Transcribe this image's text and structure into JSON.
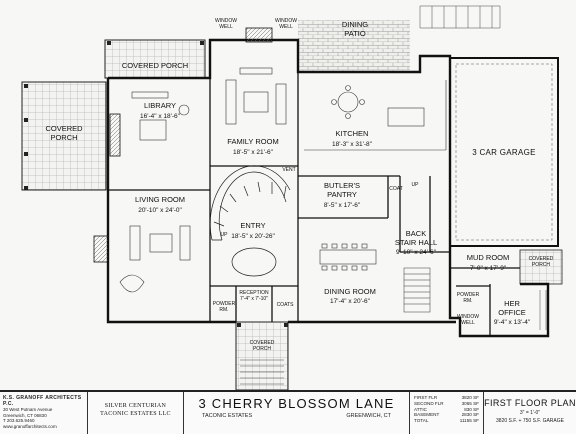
{
  "plan": {
    "rooms": {
      "covered_porch_top": "COVERED PORCH",
      "covered_porch_left": [
        "COVERED",
        "PORCH"
      ],
      "library": "LIBRARY",
      "library_dim": "16'-4\" x 18'-6\"",
      "family_room": "FAMILY ROOM",
      "family_room_dim": "18'-5\" x 21'-6\"",
      "kitchen": "KITCHEN",
      "kitchen_dim": "18'-3\" x 31'-8\"",
      "dining_patio": [
        "DINING",
        "PATIO"
      ],
      "window_well_1": [
        "WINDOW",
        "WELL"
      ],
      "window_well_2": [
        "WINDOW",
        "WELL"
      ],
      "garage": "3 CAR GARAGE",
      "living_room": "LIVING ROOM",
      "living_room_dim": "20'-10\" x 24'-0\"",
      "entry": "ENTRY",
      "entry_dim": "18'-5\" x 20'-26\"",
      "butlers_pantry": [
        "BUTLER'S",
        "PANTRY"
      ],
      "butlers_pantry_dim": "8'-5\" x 17'-6\"",
      "coat": "COAT",
      "back_stair_hall": [
        "BACK",
        "STAIR HALL"
      ],
      "back_stair_hall_dim": "9'-10\" x 24'-6\"",
      "mud_room": "MUD ROOM",
      "mud_room_dim": "7'-0\" x 17'-9\"",
      "covered_porch_right": [
        "COVERED",
        "PORCH"
      ],
      "dining_room": "DINING ROOM",
      "dining_room_dim": "17'-4\" x 20'-6\"",
      "powder_rm_1": [
        "POWDER",
        "RM."
      ],
      "powder_rm_2": [
        "POWDER",
        "RM."
      ],
      "reception": "RECEPTION",
      "reception_dim": "7'-4\" x 7'-10\"",
      "coats": "COATS",
      "window_well_3": [
        "WINDOW",
        "WELL"
      ],
      "her_office": [
        "HER",
        "OFFICE"
      ],
      "her_office_dim": "9'-4\" x 13'-4\"",
      "covered_porch_bottom": [
        "COVERED",
        "PORCH"
      ],
      "up_1": "UP",
      "up_2": "UP",
      "vent": "VENT"
    }
  },
  "title_block": {
    "firm": {
      "name": "K.S. GRANOFF ARCHITECTS P.C.",
      "lines": [
        "30 West Putnam Avenue",
        "Greenwich, CT 06830",
        "T 203.625.9460",
        "www.granoffarchitects.com"
      ]
    },
    "client": [
      "SILVER CENTURIAN",
      "TACONIC ESTATES LLC"
    ],
    "project": {
      "title": "3 CHERRY BLOSSOM LANE",
      "subtitle_left": "TACONIC ESTATES",
      "subtitle_right": "GREENWICH, CT"
    },
    "areas": [
      {
        "label": "FIRST FLR",
        "value": "3820 SF"
      },
      {
        "label": "SECOND FLR",
        "value": "3065 SF"
      },
      {
        "label": "ATTIC",
        "value": "830 SF"
      },
      {
        "label": "BASEMENT",
        "value": "2830 SF"
      },
      {
        "label": "TOTAL",
        "value": "11155 SF"
      }
    ],
    "sheet": {
      "title": "FIRST FLOOR PLAN",
      "scale": "3\" = 1'-0\"",
      "sqft": "3820 S.F. + 750 S.F. GARAGE"
    }
  }
}
